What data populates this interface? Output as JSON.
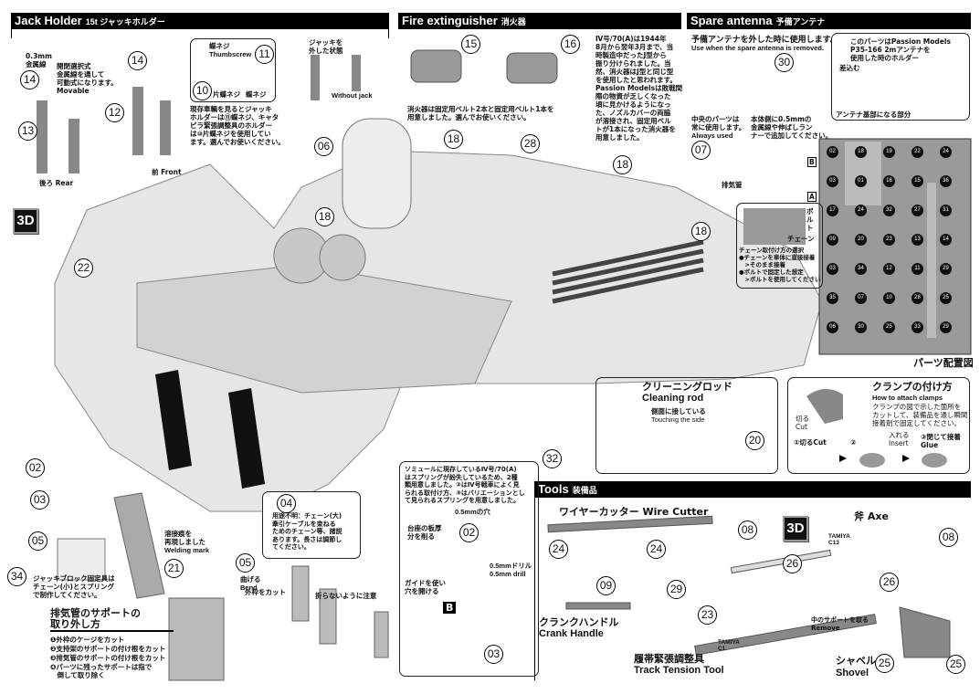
{
  "sections": {
    "jack_holder": {
      "title": "Jack Holder",
      "subtitle": "15t ジャッキホルダー"
    },
    "fire_extinguisher": {
      "title": "Fire extinguisher",
      "subtitle": "消火器"
    },
    "spare_antenna": {
      "title": "Spare antenna",
      "subtitle": "予備アンテナ"
    },
    "tools": {
      "title": "Tools",
      "subtitle": "装備品"
    }
  },
  "jack": {
    "wire": "0.3mm\n金属線",
    "movable": "開閉選択式\n金属線を通して\n可動式になります。\nMovable",
    "thumbscrew_jp": "蝶ネジ",
    "thumbscrew_en": "Thumbscrew",
    "half_thumb": "片蝶ネジ",
    "thumb": "蝶ネジ",
    "without_jp": "ジャッキを\n外した状態",
    "without_en": "Without jack",
    "note": "現存車輌を見るとジャッキ\nホルダーは⑪蝶ネジ、キャタ\nピラ緊張調整具のホルダー\nは⑩片蝶ネジを使用してい\nます。選んでお使いください。",
    "front": "前 Front",
    "rear": "後ろ Rear"
  },
  "fire": {
    "belt_note": "消火器は固定用ベルト2本と固定用ベルト1本を\n用意しました。選んでお使いください。",
    "history": "Ⅳ号/70(A)は1944年\n8月から翌年3月まで、当\n時製造中だったJ型から\n振り分けられました。当\n然、消火器はJ型と同じ型\nを使用したと思われます。\nPassion Modelsは敗戦間\n際の物資が乏しくなった\n頃に見かけるようになっ\nた、ノズルカバーの両脇\nが溶接され、固定用ベル\nトが1本になった消火器を\n用意しました。"
  },
  "antenna": {
    "use_jp": "予備アンテナを外した時に使用します。",
    "use_en": "Use when the spare antenna is removed.",
    "center_jp": "中央のパーツは\n常に使用します。",
    "center_en": "Always used",
    "wire_note": "本体側に0.5mmの\n金属線や伸ばしラン\nナーで追加してください。",
    "holder_note": "このパーツはPassion Models\nP35-166 2mアンテナを\n使用した時のホルダー",
    "insert": "差込む",
    "base": "アンテナ基部になる部分"
  },
  "exhaust_label": "排気管",
  "chain": {
    "bolt": "ボルト",
    "chain": "チェーン",
    "note": "チェーン取付け方の選択\n●チェーンを車体に直接接着\n　>そのまま接着\n●ボルトで固定した想定\n　>ボルトを使用してください"
  },
  "parts_map": {
    "title": "パーツ配置図",
    "frets": [
      "A",
      "B"
    ],
    "numbers": [
      "02",
      "18",
      "19",
      "22",
      "24",
      "03",
      "01",
      "16",
      "15",
      "36",
      "17",
      "24",
      "32",
      "27",
      "31",
      "09",
      "20",
      "23",
      "13",
      "14",
      "03",
      "34",
      "12",
      "11",
      "29",
      "35",
      "07",
      "10",
      "28",
      "25",
      "06",
      "30",
      "25",
      "33",
      "29"
    ]
  },
  "cleaning_rod": {
    "jp": "クリーニングロッド",
    "en": "Cleaning rod",
    "touch_jp": "側面に接している",
    "touch_en": "Touching the side"
  },
  "clamp": {
    "jp": "クランプの付け方",
    "en": "How to attach clamps",
    "note": "クランプの図で示した箇所を\nカットして、装備品を通し瞬間\n接着剤で固定してください。",
    "cut": "切る\nCut",
    "step1": "①切るCut",
    "step2": "②",
    "insert": "入れる\nInsert",
    "step3": "③閉じて接着\nGlue"
  },
  "welding": "溶接痕を\n再現しました\nWelding mark",
  "bend": "曲げる\nBend",
  "chain_note": "用途不明：チェーン(大)\n牽引ケーブルを束ねる\nためのチェーン等、諸説\nあります。長さは調節し\nてください。",
  "jack_block": "ジャッキブロック固定具は\nチェーン(小)とスプリング\nで制作してください。",
  "spring": {
    "note": "ソミュールに現存しているⅣ号/70(A)\nはスプリングが紛失しているため、2種\n類用意しました。②はⅣ号戦車によく見\nられる取付け方、③はバリエーションとし\nて見られるスプリングを用意しました。",
    "hole": "0.5mmの穴",
    "shave": "台座の板厚\n分を削る",
    "drill": "0.5mmドリル\n0.5mm drill",
    "guide": "ガイドを使い\n穴を開ける",
    "label_b": "B"
  },
  "exhaust_support": {
    "title": "排気管のサポートの\n取り外し方",
    "steps": [
      "❶外枠のケージをカット",
      "❷支持架のサポートの付け根をカット",
      "❸排気管のサポートの付け根をカット",
      "❹パーツに残ったサポートは指で\n　倒して取り除く"
    ],
    "cut_frame": "外枠をカット",
    "careful": "折らないように注意"
  },
  "tools": {
    "wire_cutter": "ワイヤーカッター Wire Cutter",
    "axe": "斧 Axe",
    "tamiya_c13": "TAMIYA\nC13",
    "tamiya_c1": "TAMIYA\nC1",
    "crank_jp": "クランクハンドル",
    "crank_en": "Crank Handle",
    "track_jp": "履帯緊張調整具",
    "track_en": "Track Tension Tool",
    "remove": "中のサポートを取る\nRemove",
    "shovel_jp": "シャベル",
    "shovel_en": "Shovel"
  },
  "badge_3d": "3D",
  "callouts": [
    "14",
    "13",
    "14",
    "12",
    "11",
    "10",
    "06",
    "15",
    "16",
    "18",
    "28",
    "18",
    "07",
    "30",
    "18",
    "22",
    "18",
    "02",
    "03",
    "05",
    "34",
    "21",
    "05",
    "04",
    "02",
    "03",
    "32",
    "20",
    "24",
    "24",
    "08",
    "09",
    "29",
    "23",
    "26",
    "26",
    "08",
    "25",
    "25"
  ],
  "colors": {
    "ink": "#000000",
    "part_grey": "#8a8a8a",
    "hull_grey": "#dcdcdc",
    "photoetch": "#9a9a9a"
  }
}
